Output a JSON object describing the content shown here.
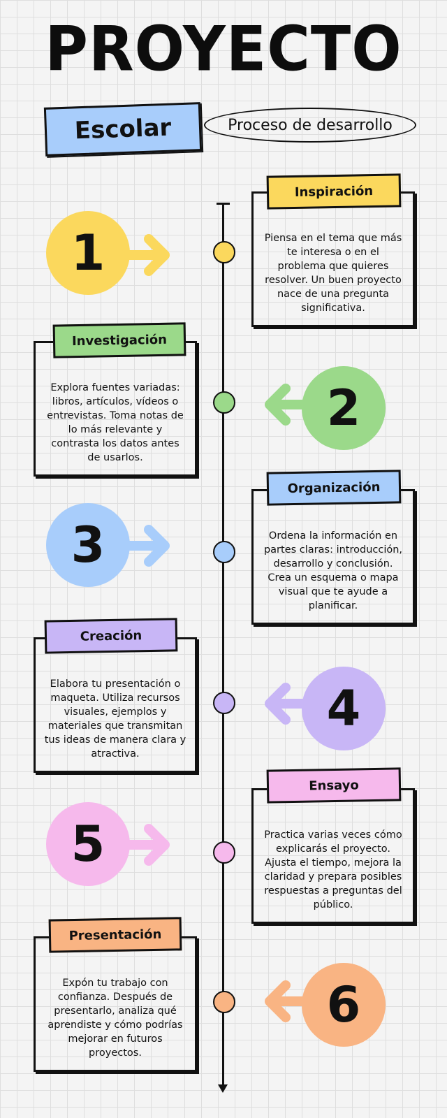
{
  "header": {
    "title": "PROYECTO",
    "subtitle_badge": "Escolar",
    "tagline": "Proceso de desarrollo"
  },
  "steps": [
    {
      "number": "1",
      "title": "Inspiración",
      "text": "Piensa en el tema que más te interesa o en el problema que quieres resolver. Un buen proyecto nace de una pregunta significativa.",
      "color": "#fbd85d"
    },
    {
      "number": "2",
      "title": "Investigación",
      "text": "Explora fuentes variadas: libros, artículos, vídeos o entrevistas. Toma notas de lo más relevante y contrasta los datos antes de usarlos.",
      "color": "#9bd98a"
    },
    {
      "number": "3",
      "title": "Organización",
      "text": "Ordena la información en partes claras: introducción, desarrollo y conclusión. Crea un esquema o mapa visual que te ayude a planificar.",
      "color": "#a8cdfb"
    },
    {
      "number": "4",
      "title": "Creación",
      "text": "Elabora tu presentación o maqueta. Utiliza recursos visuales, ejemplos y materiales que transmitan tus ideas de manera clara y atractiva.",
      "color": "#c8b6f6"
    },
    {
      "number": "5",
      "title": "Ensayo",
      "text": "Practica varias veces cómo explicarás el proyecto. Ajusta el tiempo, mejora la claridad y prepara posibles respuestas a preguntas del público.",
      "color": "#f6b9ec"
    },
    {
      "number": "6",
      "title": "Presentación",
      "text": "Expón tu trabajo con confianza. Después de presentarlo, analiza qué aprendiste y cómo podrías mejorar en futuros proyectos.",
      "color": "#f9b483"
    }
  ]
}
